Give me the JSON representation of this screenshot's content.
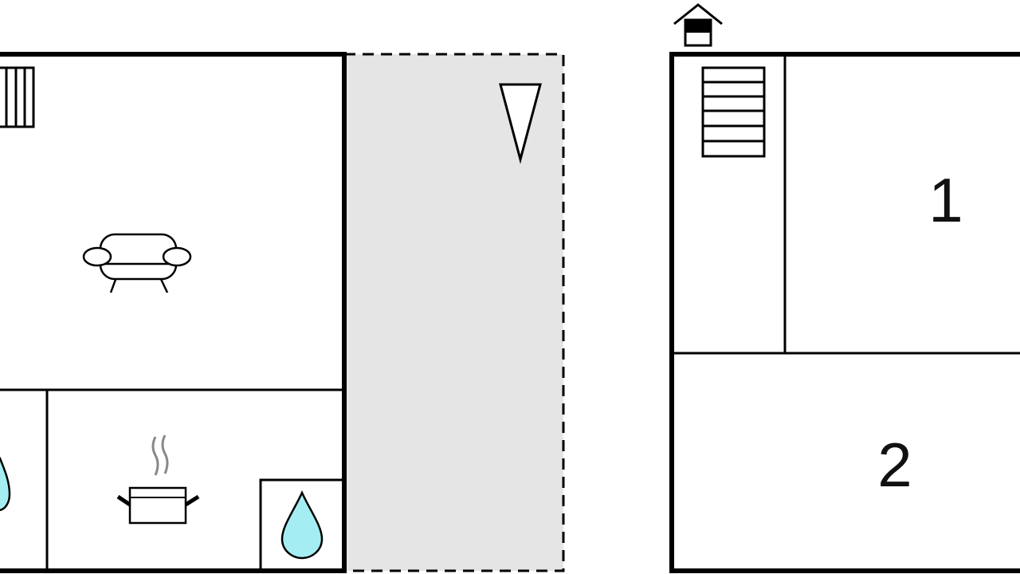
{
  "floors": [
    {
      "name": "ground-floor",
      "rooms": [
        "living-room",
        "bathroom-left",
        "kitchen",
        "shower",
        "terrace"
      ],
      "icons": [
        "stairs-icon",
        "sofa-icon",
        "water-drop-icon",
        "cooking-pot-icon",
        "water-drop-icon",
        "north-arrow-icon"
      ]
    },
    {
      "name": "first-floor",
      "rooms": [
        {
          "id": "bedroom-1",
          "label": "1"
        },
        {
          "id": "bedroom-2",
          "label": "2"
        }
      ],
      "icons": [
        "house-entrance-icon",
        "stairs-icon"
      ]
    }
  ],
  "colors": {
    "wall": "#000000",
    "terrace_fill": "#e5e5e5",
    "water": "#a4eef3",
    "steam": "#888888"
  }
}
